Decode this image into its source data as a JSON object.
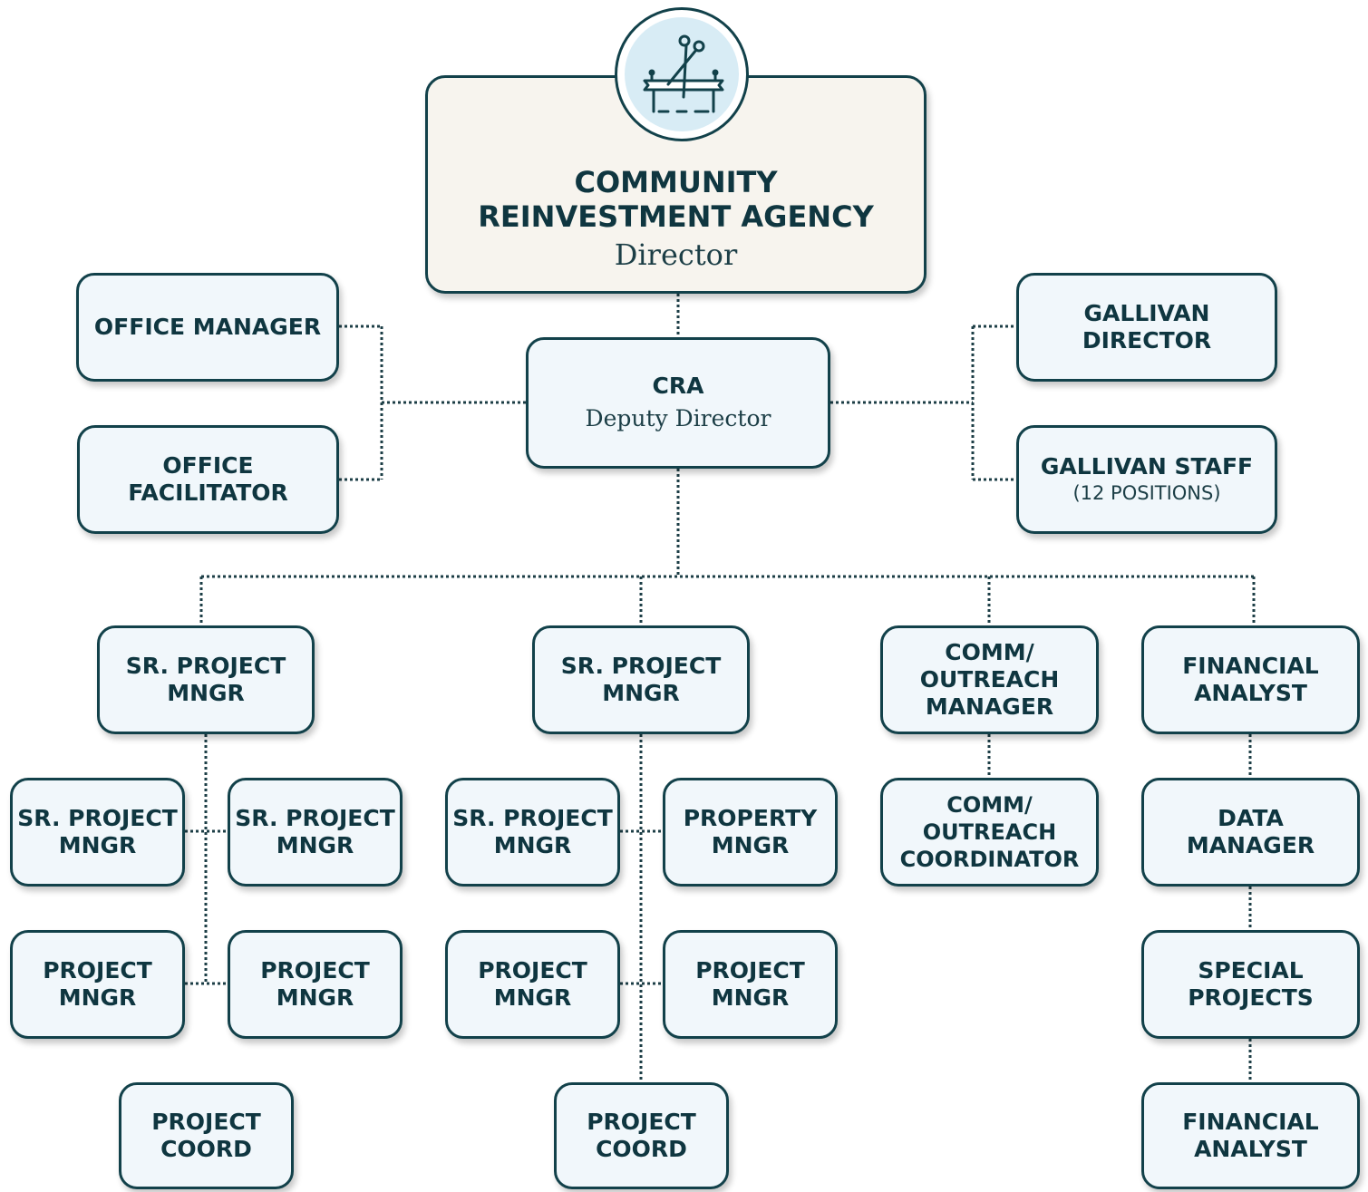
{
  "director": {
    "title": "COMMUNITY\nREINVESTMENT AGENCY",
    "subtitle": "Director",
    "logo_icon": "ribbon-cutting-icon"
  },
  "deputy": {
    "title": "CRA",
    "subtitle": "Deputy Director"
  },
  "office_manager": {
    "title": "OFFICE MANAGER"
  },
  "office_facilitator": {
    "title": "OFFICE\nFACILITATOR"
  },
  "gallivan_director": {
    "title": "GALLIVAN\nDIRECTOR"
  },
  "gallivan_staff": {
    "title": "GALLIVAN STAFF",
    "subtitle": "(12 POSITIONS)"
  },
  "team1": {
    "lead": "SR. PROJECT\nMNGR",
    "left_sr": "SR. PROJECT\nMNGR",
    "right_sr": "SR. PROJECT\nMNGR",
    "left_pm": "PROJECT\nMNGR",
    "right_pm": "PROJECT\nMNGR",
    "coord": "PROJECT\nCOORD"
  },
  "team2": {
    "lead": "SR. PROJECT\nMNGR",
    "left_sr": "SR. PROJECT\nMNGR",
    "property": "PROPERTY\nMNGR",
    "left_pm": "PROJECT\nMNGR",
    "right_pm": "PROJECT\nMNGR",
    "coord": "PROJECT\nCOORD"
  },
  "comm": {
    "manager": "COMM/\nOUTREACH\nMANAGER",
    "coordinator": "COMM/\nOUTREACH\nCOORDINATOR"
  },
  "finance": {
    "analyst": "FINANCIAL\nANALYST",
    "data_manager": "DATA\nMANAGER",
    "special_projects": "SPECIAL\nPROJECTS",
    "analyst2": "FINANCIAL\nANALYST"
  },
  "colors": {
    "border": "#12414a",
    "box_fill": "#f1f7fb",
    "director_fill": "#f7f4ee",
    "logo_fill": "#d8ecf5",
    "text": "#0f3640"
  }
}
